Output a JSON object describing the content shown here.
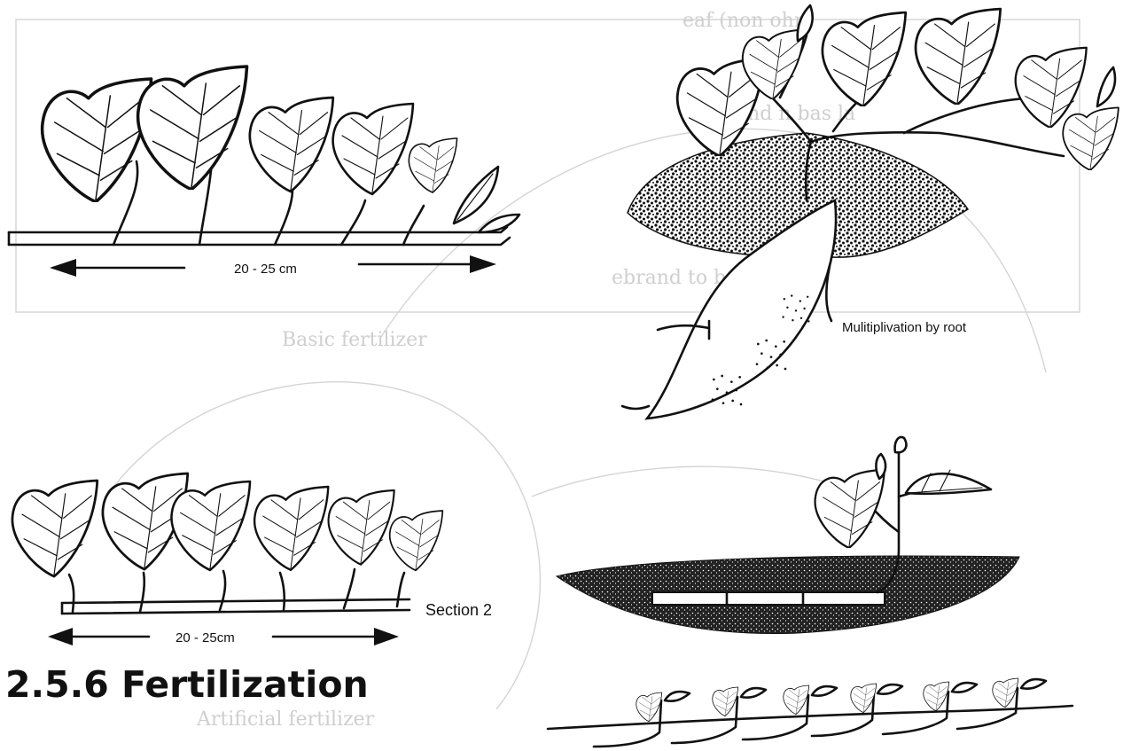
{
  "figure": {
    "measure_top": "20 - 25 cm",
    "measure_bottom": "20 - 25cm",
    "label_root": "Mulitiplivation by root",
    "label_section": "Section 2",
    "faint_basic": "Basic fertilizer",
    "faint_artificial": "Artificial fertilizer",
    "colors": {
      "ink": "#111111",
      "paper": "#ffffff",
      "faint": "#cfcfcf"
    }
  },
  "section": {
    "heading": "2.5.6 Fertilization"
  }
}
